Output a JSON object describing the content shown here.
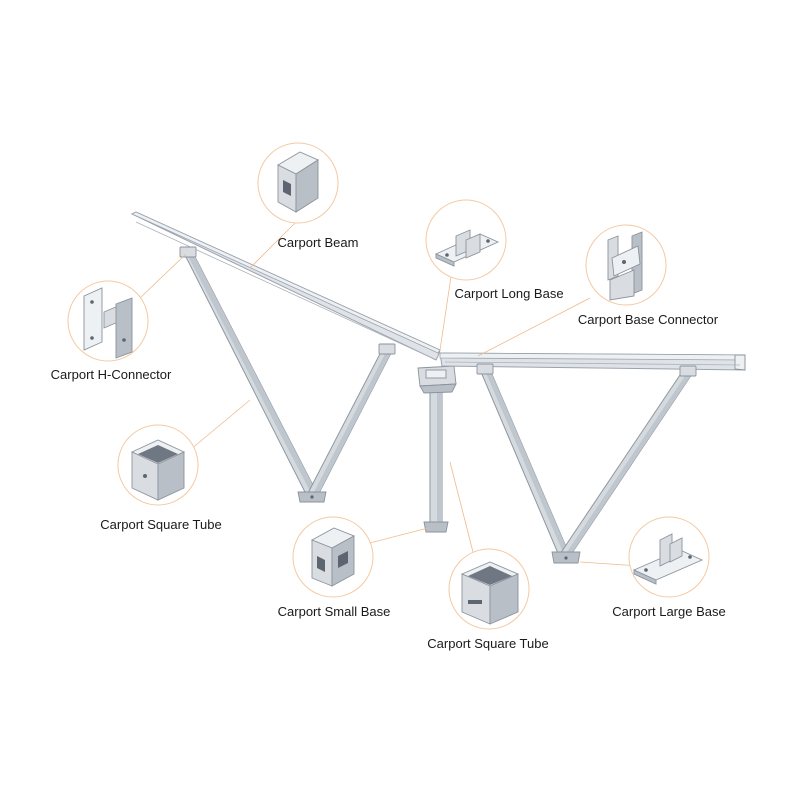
{
  "callouts": {
    "carport_beam": "Carport Beam",
    "carport_long_base": "Carport Long Base",
    "carport_base_connector": "Carport Base Connector",
    "carport_h_connector": "Carport H-Connector",
    "carport_square_tube_left": "Carport Square Tube",
    "carport_small_base": "Carport Small Base",
    "carport_square_tube_bottom": "Carport Square Tube",
    "carport_large_base": "Carport Large Base"
  },
  "colors": {
    "leader_line": "#f0b98a",
    "bubble_border": "#f4c9a3",
    "metal": "#d9dde2",
    "label_text": "#1a1a1a"
  }
}
